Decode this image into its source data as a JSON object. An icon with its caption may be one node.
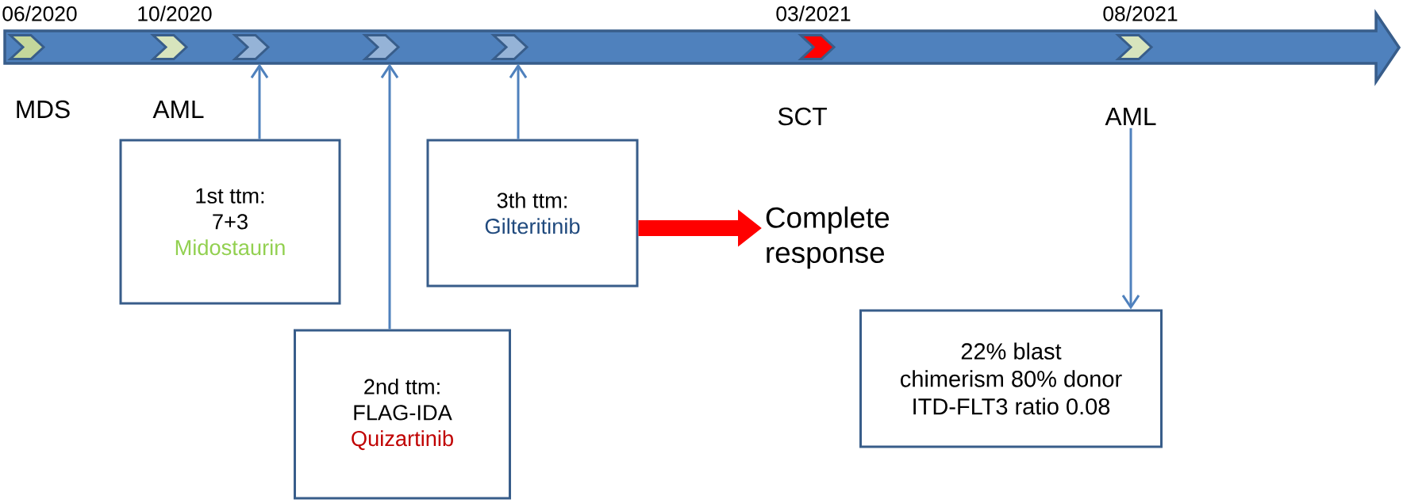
{
  "diagram": {
    "nodes": [
      {
        "text": [],
        "shape": "arrow"
      },
      {
        "text": [],
        "shape": "chevron",
        "in": 0,
        "beside": [
          "06/2020"
        ]
      },
      {
        "text": [],
        "shape": "chevron",
        "in": 0,
        "beside": [
          "10/2020"
        ]
      },
      {
        "text": [],
        "shape": "chevron",
        "in": 0
      },
      {
        "text": [],
        "shape": "chevron",
        "in": 0
      },
      {
        "text": [],
        "shape": "chevron",
        "in": 0
      },
      {
        "text": [],
        "shape": "chevron",
        "in": 0,
        "beside": [
          "03/2021"
        ]
      },
      {
        "text": [],
        "shape": "chevron",
        "in": 0,
        "beside": [
          "08/2021"
        ]
      },
      {
        "text": [
          "1st ttm:",
          "7+3",
          "Midostaurin"
        ]
      },
      {
        "text": [
          "2nd ttm:",
          "FLAG-IDA",
          "Quizartinib"
        ]
      },
      {
        "text": [
          "3th ttm:",
          "Gilteritinib"
        ]
      },
      {
        "text": [
          "Complete response"
        ]
      },
      {
        "text": [
          "AML"
        ]
      },
      {
        "text": [
          "22% blast",
          "chimerism 80% donor",
          "ITD-FLT3 ratio 0.08"
        ]
      }
    ],
    "edges": [
      {
        "from": 8,
        "to": 3,
        "arrow": "to"
      },
      {
        "from": 9,
        "to": 4,
        "arrow": "to"
      },
      {
        "from": 10,
        "to": 5,
        "arrow": "to"
      },
      {
        "from": 10,
        "to": 11,
        "arrow": "to",
        "style": "thick",
        "color": "#ff0000"
      },
      {
        "from": 12,
        "to": 13,
        "arrow": "to"
      }
    ],
    "labels": [
      "MDS",
      "AML",
      "SCT"
    ]
  }
}
